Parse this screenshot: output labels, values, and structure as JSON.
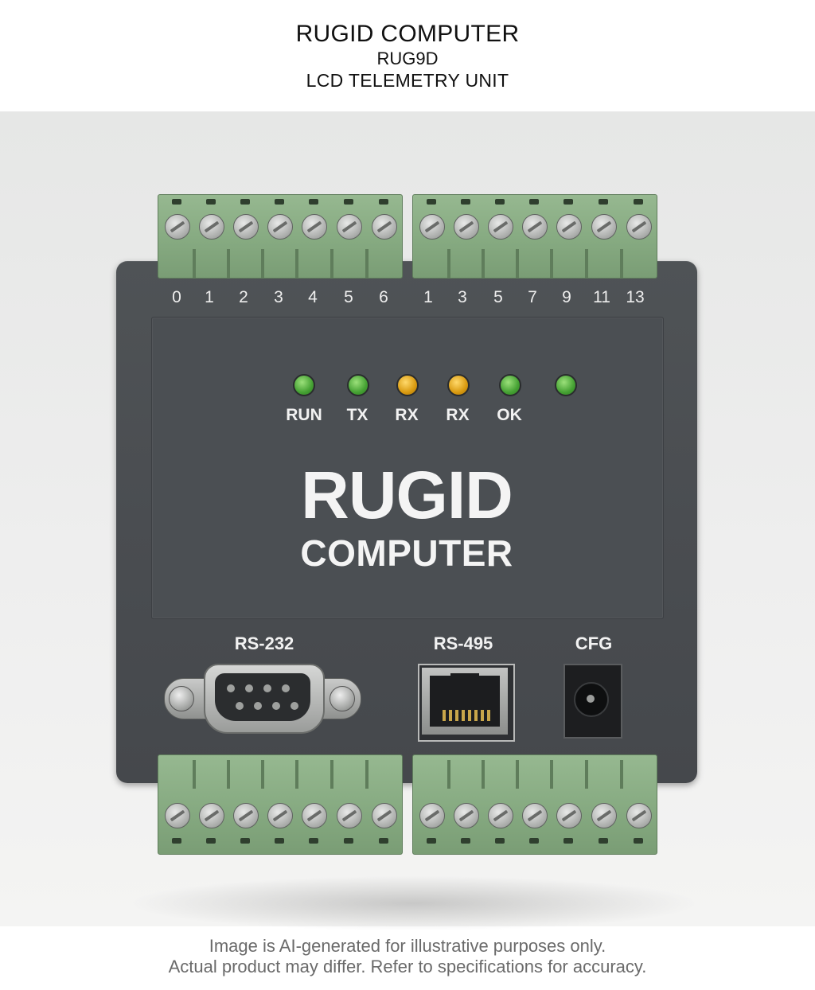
{
  "header": {
    "title": "RUGID COMPUTER",
    "model": "RUG9D",
    "description": "LCD TELEMETRY UNIT"
  },
  "device": {
    "terminal_labels_left": [
      "0",
      "1",
      "2",
      "3",
      "4",
      "5",
      "6"
    ],
    "terminal_labels_right": [
      "1",
      "3",
      "5",
      "7",
      "9",
      "11",
      "13"
    ],
    "leds": [
      {
        "label": "RUN",
        "color": "green"
      },
      {
        "label": "TX",
        "color": "green"
      },
      {
        "label": "RX",
        "color": "amber"
      },
      {
        "label": "RX",
        "color": "amber"
      },
      {
        "label": "OK",
        "color": "green"
      },
      {
        "label": "",
        "color": "green"
      }
    ],
    "brand": {
      "main": "RUGID",
      "sub": "COMPUTER"
    },
    "ports": {
      "serial": "RS-232",
      "network": "RS-495",
      "config": "CFG"
    }
  },
  "footer": {
    "line1": "Image is AI-generated for illustrative purposes only.",
    "line2": "Actual product may differ. Refer to specifications for accuracy."
  },
  "colors": {
    "enclosure": "#4b4f53",
    "terminal_block": "#86aa81",
    "led_green": "#45a133",
    "led_amber": "#d99a10"
  }
}
